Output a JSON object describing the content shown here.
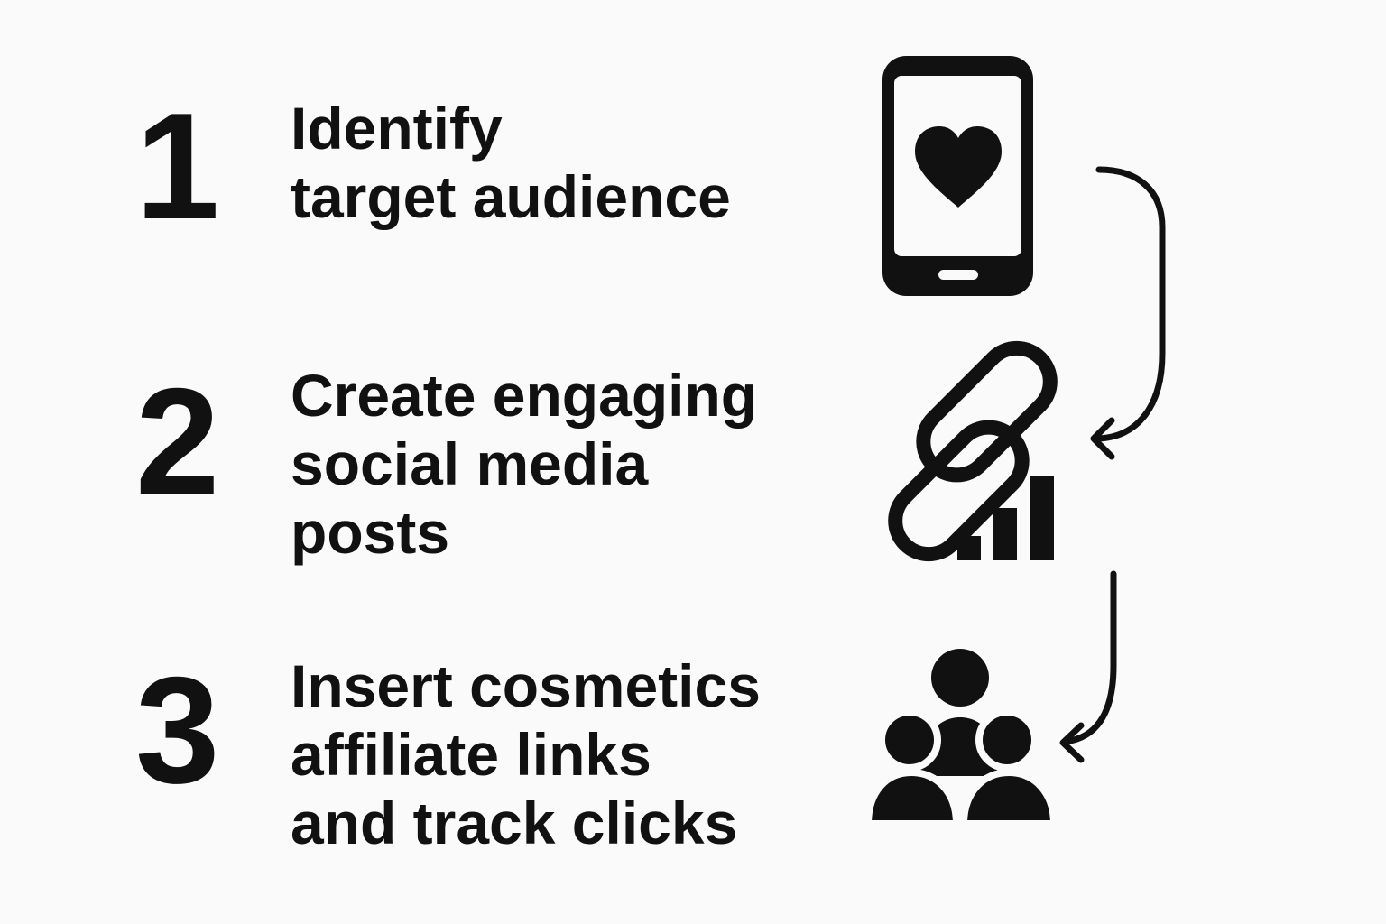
{
  "steps": [
    {
      "number": "1",
      "lines": [
        "Identify",
        "target audience"
      ],
      "icon": "smartphone-heart-icon"
    },
    {
      "number": "2",
      "lines": [
        "Create engaging",
        "social media",
        "posts"
      ],
      "icon": "link-chart-icon"
    },
    {
      "number": "3",
      "lines": [
        "Insert cosmetics",
        "affiliate links",
        "and track clicks"
      ],
      "icon": "people-group-icon"
    }
  ],
  "colors": {
    "foreground": "#111111",
    "background": "#fafafa"
  }
}
